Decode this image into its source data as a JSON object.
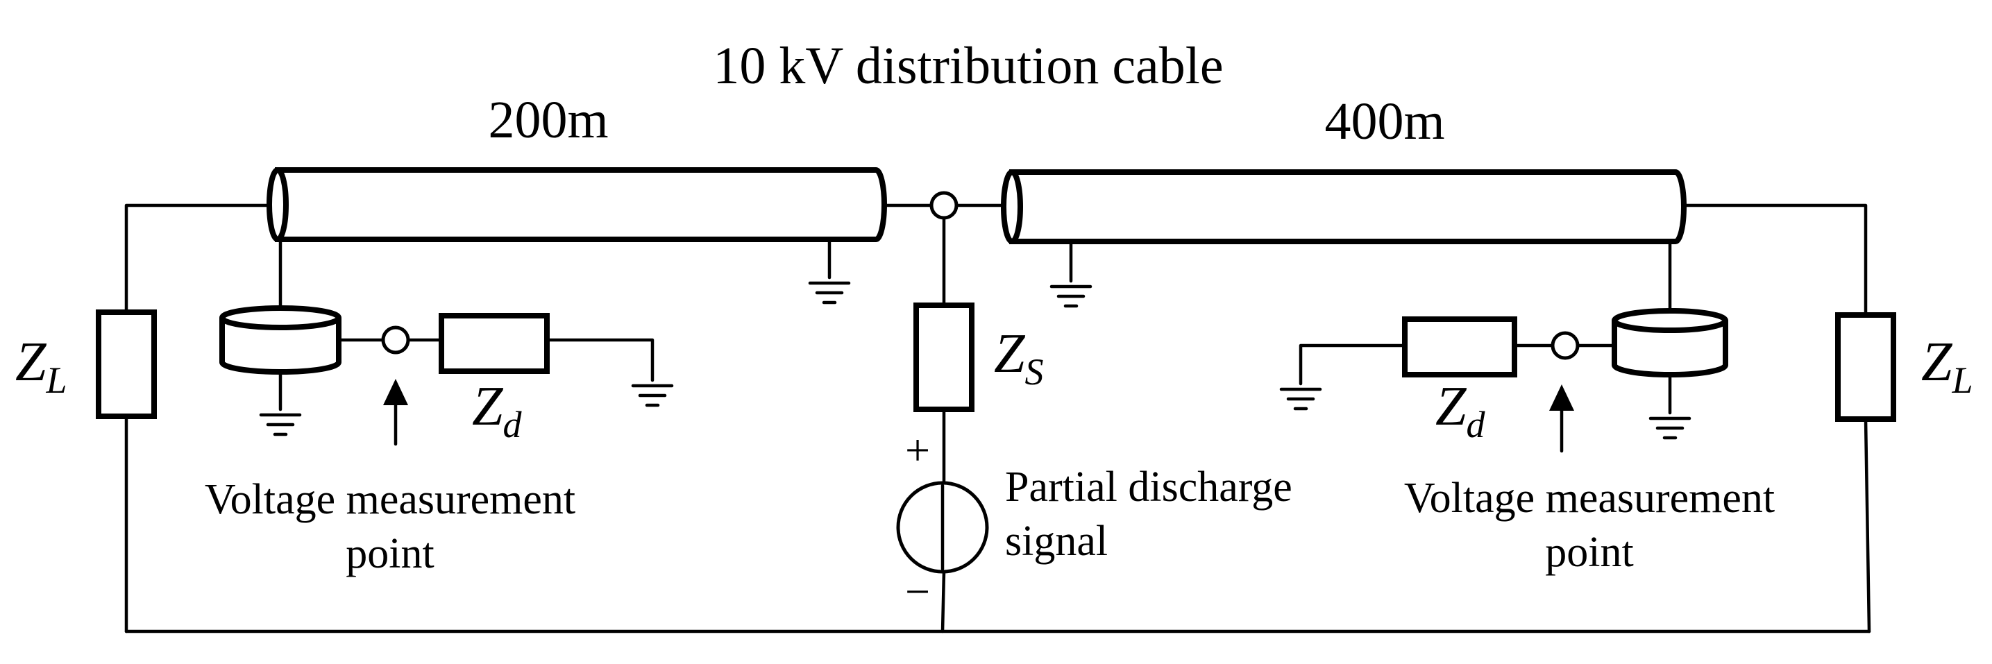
{
  "title": "10 kV distribution cable",
  "cables": {
    "left_length": "200m",
    "right_length": "400m"
  },
  "impedances": {
    "load_left": {
      "main": "Z",
      "sub": "L"
    },
    "load_right": {
      "main": "Z",
      "sub": "L"
    },
    "source": {
      "main": "Z",
      "sub": "S"
    },
    "detector_left": {
      "main": "Z",
      "sub": "d"
    },
    "detector_right": {
      "main": "Z",
      "sub": "d"
    }
  },
  "measurement": {
    "left": {
      "line1": "Voltage measurement",
      "line2": "point"
    },
    "right": {
      "line1": "Voltage measurement",
      "line2": "point"
    }
  },
  "source_signal": {
    "line1": "Partial discharge",
    "line2": "signal",
    "plus": "+",
    "minus": "−"
  }
}
